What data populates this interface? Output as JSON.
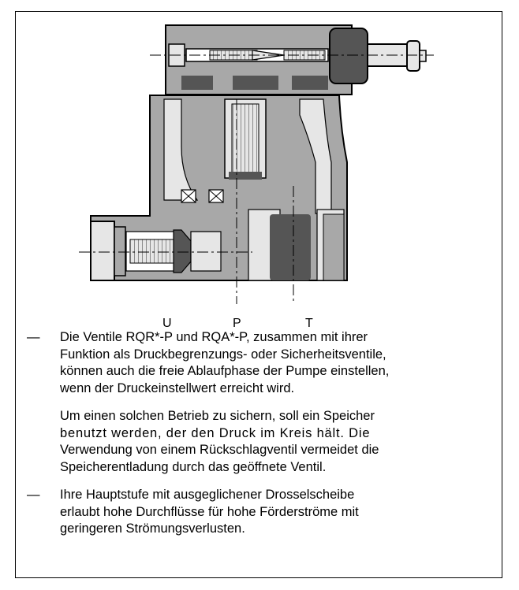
{
  "diagram": {
    "port_labels": [
      "U",
      "P",
      "T"
    ]
  },
  "text": {
    "item1": {
      "dash": "—",
      "line1": "Die Ventile RQR*-P und RQA*-P, zusammen mit ihrer",
      "line2": "Funktion als Druckbegrenzungs- oder Sicherheitsventile,",
      "line3": "können auch die freie Ablaufphase der Pumpe einstellen,",
      "line4": "wenn der Druckeinstellwert erreicht wird."
    },
    "para2": {
      "line1": "Um einen solchen Betrieb zu sichern, soll ein Speicher",
      "line2": "benutzt werden, der den Druck im Kreis hält. Die",
      "line3": "Verwendung von einem Rückschlagventil vermeidet die",
      "line4": "Speicherentladung durch das geöffnete Ventil."
    },
    "item3": {
      "dash": "—",
      "line1": "Ihre Hauptstufe mit ausgeglichener Drosselscheibe",
      "line2": "erlaubt hohe Durchflüsse für hohe Förderströme mit",
      "line3": "geringeren Strömungsverlusten."
    }
  },
  "colors": {
    "body_gray": "#a8a8a8",
    "light_fill": "#e6e6e6",
    "dark_fill": "#555555",
    "outline": "#000000"
  }
}
